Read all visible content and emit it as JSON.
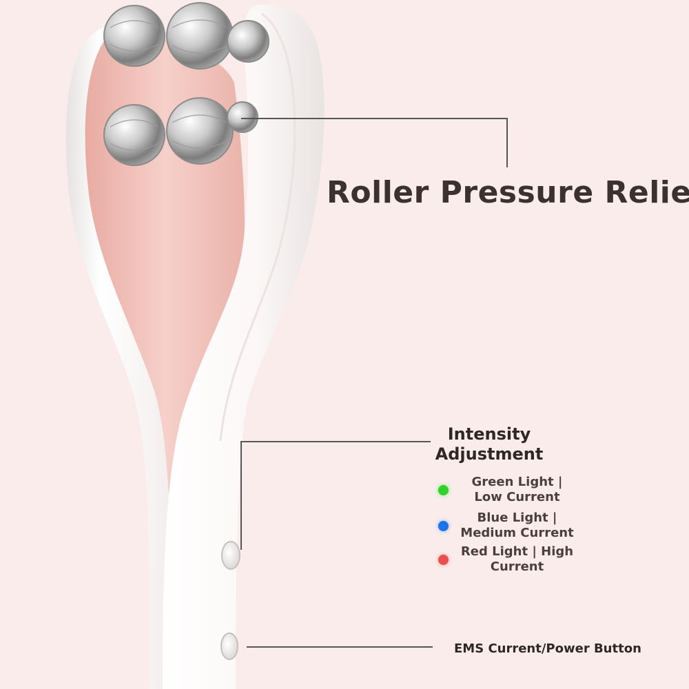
{
  "title": "Roller Pressure Relief",
  "intensity": {
    "heading_line1": "Intensity",
    "heading_line2": "Adjustment",
    "modes": [
      {
        "line1": "Green Light |",
        "line2": "Low Current",
        "color": "#2fd12a"
      },
      {
        "line1": "Blue Light |",
        "line2": "Medium Current",
        "color": "#1e73e8"
      },
      {
        "line1": "Red Light | High",
        "line2": "Current",
        "color": "#e8504f"
      }
    ]
  },
  "ems_label": "EMS Current/Power Button",
  "colors": {
    "background": "#f9ecea",
    "device_pink": "#f2c4bd",
    "device_white": "#ffffff",
    "text": "#3b3230"
  }
}
